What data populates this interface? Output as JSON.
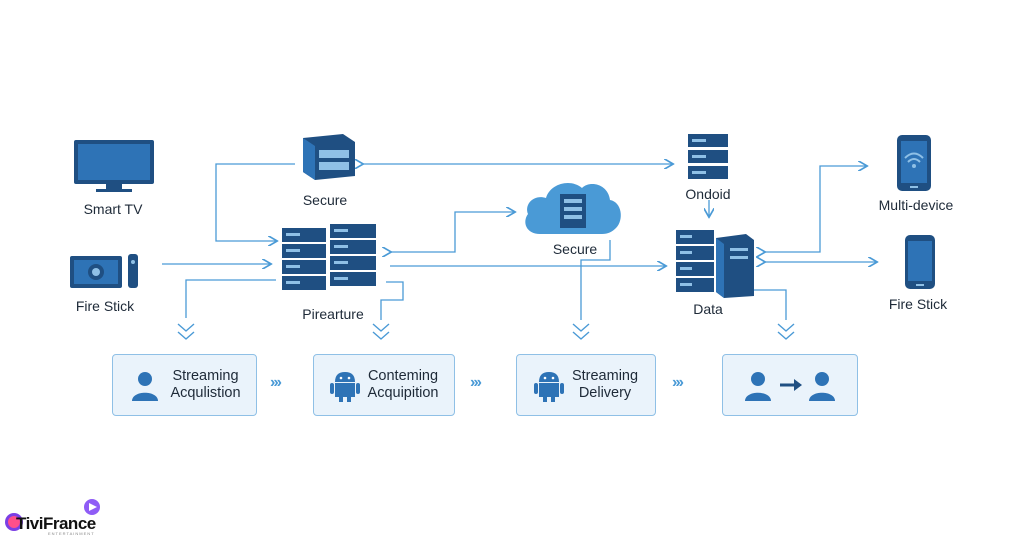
{
  "nodes": {
    "smart_tv": "Smart TV",
    "fire_stick_left": "Fire Stick",
    "secure_top": "Secure",
    "preraiure": "Pirearture",
    "secure_cloud": "Secure",
    "ondoid": "Ondoid",
    "data": "Data",
    "multi_device": "Multi-device",
    "fire_stick_right": "Fire Stick"
  },
  "stages": [
    {
      "line1": "Streaming",
      "line2": "Acqulistion"
    },
    {
      "line1": "Conteming",
      "line2": "Acquipition"
    },
    {
      "line1": "Streaming",
      "line2": "Delivery"
    }
  ],
  "chevrons": "›››",
  "brand": {
    "name": "TiviFrance",
    "tagline": "ENTERTAINMENT"
  },
  "colors": {
    "accent": "#4a9ad6",
    "dark_blue": "#1f4f82",
    "mid_blue": "#2e73b6",
    "stage_bg": "#eaf3fb"
  }
}
